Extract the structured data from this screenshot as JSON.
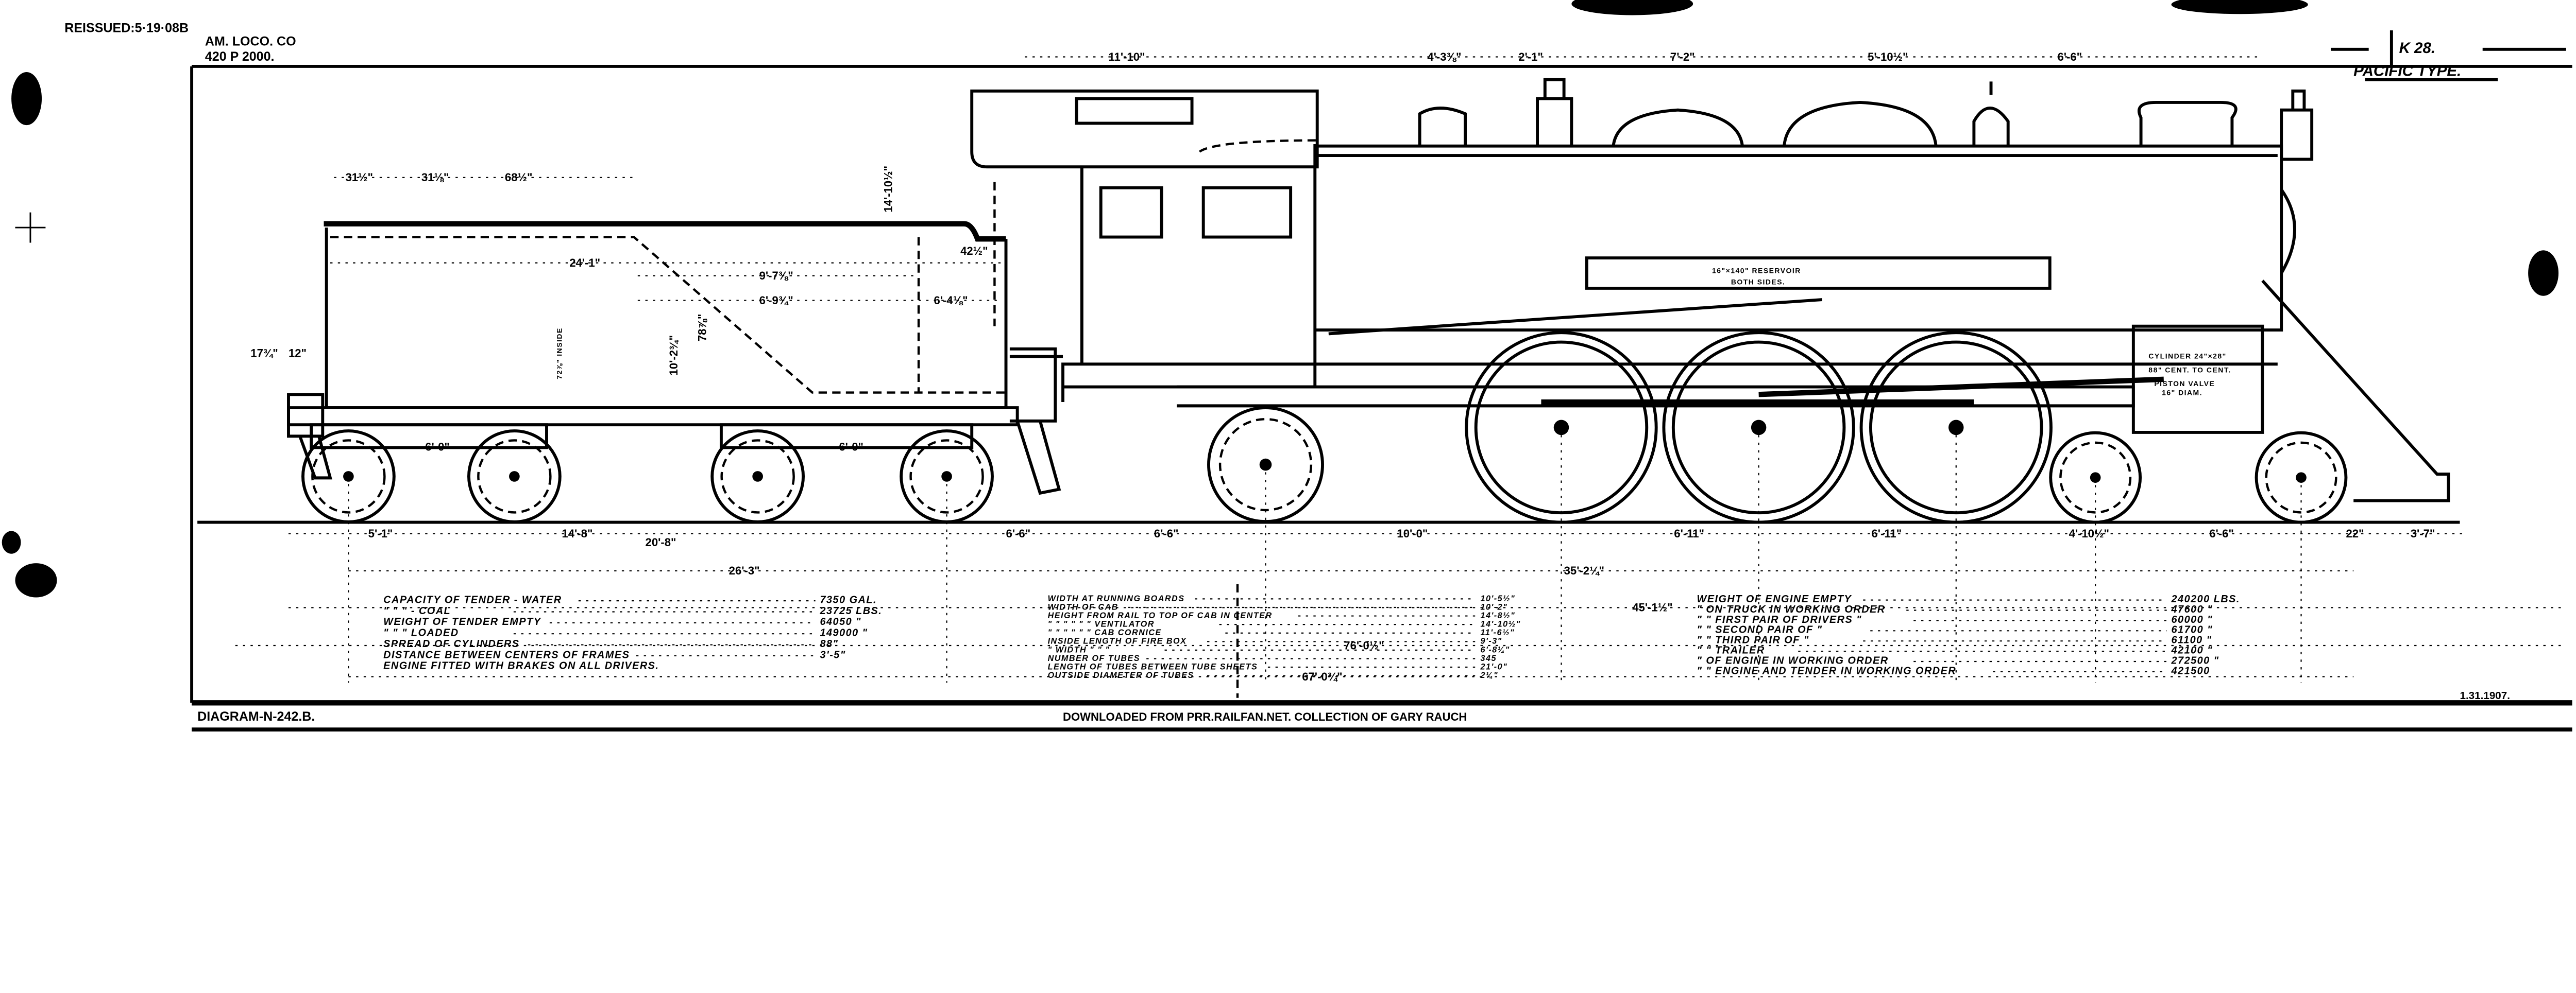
{
  "header": {
    "reissued": "REISSUED:5·19·08B",
    "maker_line1": "AM. LOCO. CO",
    "maker_line2": "420 P 2000.",
    "class_code": "K 28.",
    "type_name": "PACIFIC TYPE."
  },
  "footer": {
    "diagram_number": "DIAGRAM-N-242.B.",
    "credit": "DOWNLOADED FROM PRR.RAILFAN.NET. COLLECTION OF GARY RAUCH",
    "date": "1.31.1907."
  },
  "annotations": {
    "reservoir_line1": "16\"×140\" RESERVOIR",
    "reservoir_line2": "BOTH SIDES.",
    "cylinder_line1": "CYLINDER 24\"×28\"",
    "cylinder_line2": "88\" CENT. TO CENT.",
    "cylinder_line3": "PISTON VALVE",
    "cylinder_line4": "16\" DIAM.",
    "tender_inside": "72⅞\" INSIDE"
  },
  "dimensions": {
    "top": [
      "11'-10\"",
      "4'-3⅜\"",
      "2'-1\"",
      "7'-2\"",
      "5'-10½\"",
      "6'-6\""
    ],
    "tender_top": [
      "31½\"",
      "31⅛\"",
      "68½\"",
      "24'-1\"",
      "9'-7⅜\"",
      "6'-9¾\"",
      "6'-4⅛\"",
      "42½\"",
      "17¾\"",
      "12\"",
      "6'-0\"",
      "6'-0\"",
      "78⅞\"",
      "10'-2¾\"",
      "14'-10½\""
    ],
    "row1": [
      "5'-1\"",
      "14'-8\"",
      "6'-6\"",
      "6'-6\"",
      "10'-0\"",
      "6'-11\"",
      "6'-11\"",
      "4'-10½\"",
      "6'-6\"",
      "22\"",
      "3'-7\""
    ],
    "row2": [
      "20'-8\"",
      "35'-2¼\""
    ],
    "row3": [
      "26'-3\"",
      "45'-1½\""
    ],
    "row4": [
      "76'-0½\""
    ],
    "row5": [
      "67'-0¾\""
    ]
  },
  "tender_specs": [
    {
      "label": "CAPACITY OF TENDER - WATER",
      "value": "7350 GAL."
    },
    {
      "label": "\"   \"   \"  - COAL",
      "value": "23725 LBS."
    },
    {
      "label": "WEIGHT OF TENDER EMPTY",
      "value": "64050  \""
    },
    {
      "label": "\"   \"   \"  LOADED",
      "value": "149000  \""
    },
    {
      "label": "SPREAD OF CYLINDERS",
      "value": "88\""
    },
    {
      "label": "DISTANCE BETWEEN CENTERS OF FRAMES",
      "value": "3'-5\""
    },
    {
      "label": "ENGINE FITTED WITH BRAKES ON ALL DRIVERS.",
      "value": ""
    }
  ],
  "dimension_specs": [
    {
      "label": "WIDTH AT RUNNING BOARDS",
      "value": "10'-5½\""
    },
    {
      "label": "WIDTH OF CAB",
      "value": "10'-2\""
    },
    {
      "label": "HEIGHT FROM RAIL TO TOP OF CAB IN CENTER",
      "value": "14'-8½\""
    },
    {
      "label": "\"  \"  \"  \"  \"  \" VENTILATOR",
      "value": "14'-10½\""
    },
    {
      "label": "\"  \"  \"  \"  \"  \" CAB CORNICE",
      "value": "11'-6½\""
    },
    {
      "label": "INSIDE LENGTH OF FIRE BOX",
      "value": "9'-3\""
    },
    {
      "label": "\"   WIDTH  \"  \"  \"",
      "value": "6'-8¼\""
    },
    {
      "label": "NUMBER OF TUBES",
      "value": "345"
    },
    {
      "label": "LENGTH OF TUBES BETWEEN TUBE SHEETS",
      "value": "21'-0\""
    },
    {
      "label": "OUTSIDE DIAMETER OF TUBES",
      "value": "2¼\""
    }
  ],
  "weight_specs": [
    {
      "label": "WEIGHT OF ENGINE EMPTY",
      "value": "240200 LBS."
    },
    {
      "label": "\"  ON TRUCK IN WORKING ORDER",
      "value": "47600  \""
    },
    {
      "label": "\"   \" FIRST PAIR OF DRIVERS \"",
      "value": "60000  \""
    },
    {
      "label": "\"   \" SECOND PAIR OF  \"",
      "value": "61700  \""
    },
    {
      "label": "\"   \" THIRD PAIR OF  \"",
      "value": "61100  \""
    },
    {
      "label": "\"   \" TRAILER",
      "value": "42100  \""
    },
    {
      "label": "\"  OF ENGINE IN WORKING ORDER",
      "value": "272500  \""
    },
    {
      "label": "\"   \" ENGINE AND TENDER IN WORKING ORDER",
      "value": "421500"
    }
  ]
}
